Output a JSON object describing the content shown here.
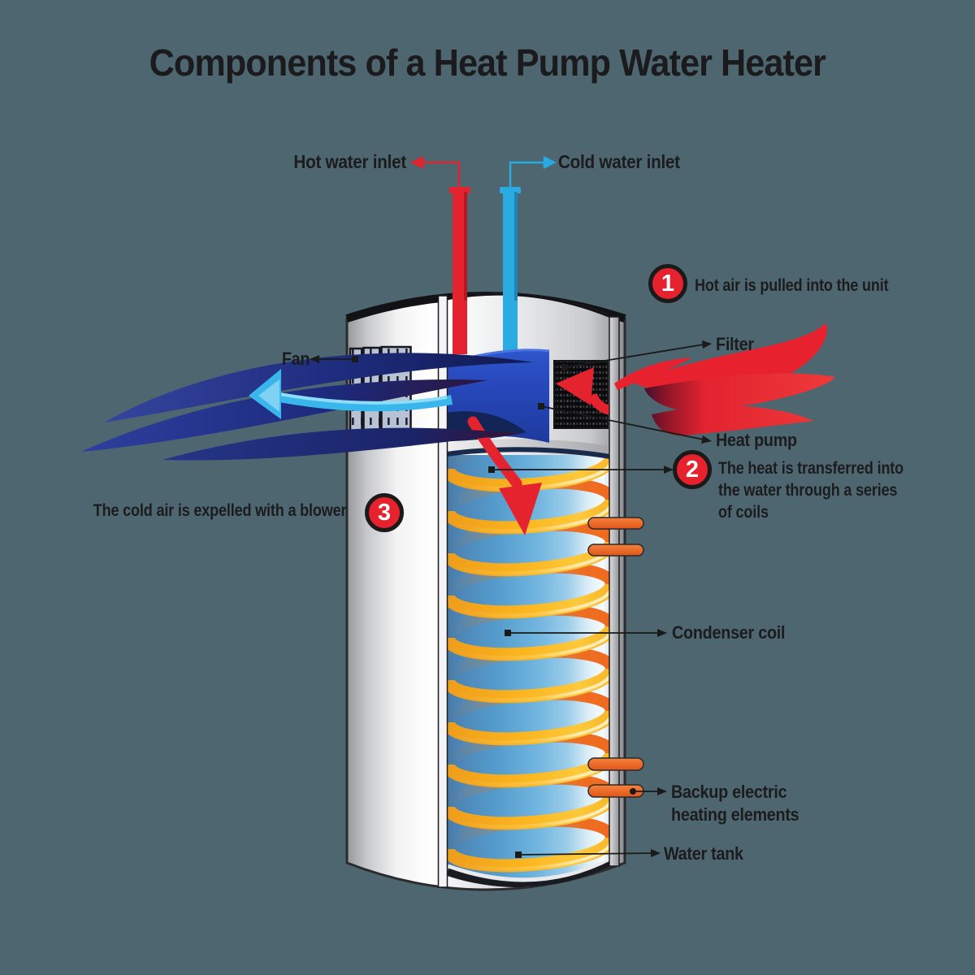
{
  "title": "Components of a Heat Pump Water Heater",
  "labels": {
    "hot_water_inlet": "Hot water inlet",
    "cold_water_inlet": "Cold water inlet",
    "fan": "Fan",
    "filter": "Filter",
    "heat_pump": "Heat pump",
    "condenser_coil": "Condenser coil",
    "backup_electric": [
      "Backup electric",
      "heating elements"
    ],
    "water_tank": "Water tank"
  },
  "steps": [
    {
      "number": "1",
      "text": "Hot air is pulled into the unit"
    },
    {
      "number": "2",
      "lines": [
        "The heat is transferred into",
        "the water through a series",
        "of coils"
      ]
    },
    {
      "number": "3",
      "text": "The cold air is expelled with a blower"
    }
  ],
  "colors": {
    "background": "#4d6670",
    "text": "#1c1c1e",
    "badge_red": "#e5222e",
    "hot_red": "#e5232e",
    "cold_blue": "#29abe2",
    "heat_pump_blue": "#2749bc",
    "swoosh_navy": "#1e2c7e",
    "coil_yellow": "#fbb51e",
    "coil_orange": "#f06a1e",
    "tank_silver": "#d9dadc",
    "water_blue": "#549ccc"
  }
}
